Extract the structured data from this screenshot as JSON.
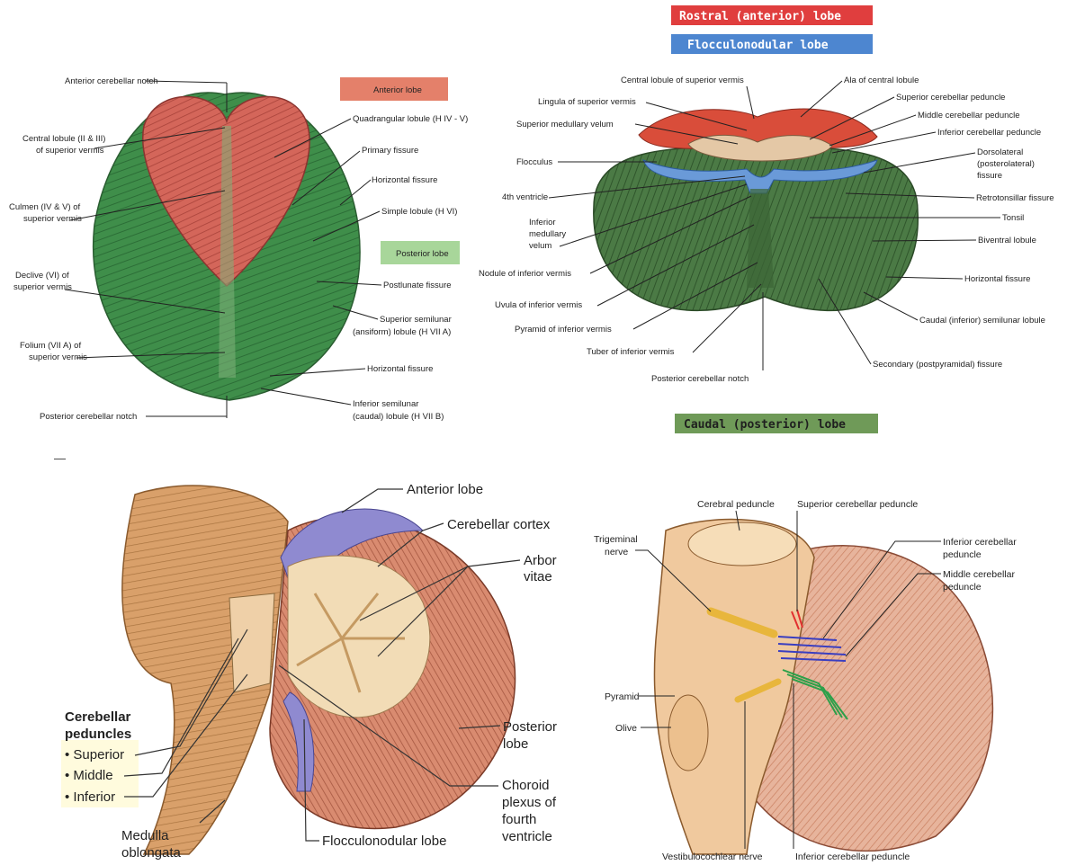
{
  "panel_a": {
    "labels": {
      "anterior_notch": "Anterior cerebellar notch",
      "central_lobule_1": "Central lobule (II & III)",
      "central_lobule_2": "of superior vermis",
      "culmen_1": "Culmen (IV & V) of",
      "culmen_2": "superior vermis",
      "declive_1": "Declive (VI) of",
      "declive_2": "superior vermis",
      "folium_1": "Folium (VII A) of",
      "folium_2": "superior vermis",
      "posterior_notch": "Posterior cerebellar notch",
      "quadrangular": "Quadrangular lobule (H IV - V)",
      "primary_fissure": "Primary fissure",
      "horizontal_fissure_top": "Horizontal fissure",
      "simple_lobule": "Simple lobule (H VI)",
      "postlunate": "Postlunate fissure",
      "sup_semilunar_1": "Superior semilunar",
      "sup_semilunar_2": "(ansiform) lobule (H VII A)",
      "horizontal_fissure_bottom": "Horizontal fissure",
      "inf_semilunar_1": "Inferior semilunar",
      "inf_semilunar_2": "(caudal) lobule (H VII B)"
    },
    "legend": {
      "anterior": "Anterior lobe",
      "posterior": "Posterior lobe"
    },
    "colors": {
      "anterior": "#e4806a",
      "posterior": "#a8d69a"
    }
  },
  "panel_b": {
    "titles": {
      "rostral": "Rostral (anterior) lobe",
      "flocculonodular": "Flocculonodular lobe",
      "caudal": "Caudal (posterior) lobe"
    },
    "title_colors": {
      "rostral": "#e03e3e",
      "flocculonodular": "#4d86d0",
      "caudal": "#6f9a58"
    },
    "labels": {
      "central_lobule": "Central lobule of superior vermis",
      "lingula": "Lingula of superior vermis",
      "sup_medullary_velum": "Superior medullary velum",
      "flocculus": "Flocculus",
      "fourth_ventricle": "4th ventricle",
      "inf_medullary_velum_1": "Inferior",
      "inf_medullary_velum_2": "medullary",
      "inf_medullary_velum_3": "velum",
      "nodule": "Nodule of inferior vermis",
      "uvula": "Uvula of inferior vermis",
      "pyramid": "Pyramid of inferior vermis",
      "tuber": "Tuber of inferior vermis",
      "posterior_notch": "Posterior cerebellar notch",
      "ala": "Ala of central lobule",
      "sup_peduncle": "Superior cerebellar peduncle",
      "mid_peduncle": "Middle cerebellar peduncle",
      "inf_peduncle": "Inferior cerebellar peduncle",
      "dorsolateral_1": "Dorsolateral",
      "dorsolateral_2": "(posterolateral)",
      "dorsolateral_3": "fissure",
      "retrotonsillar": "Retrotonsillar fissure",
      "tonsil": "Tonsil",
      "biventral": "Biventral lobule",
      "horizontal": "Horizontal fissure",
      "caudal_semilunar": "Caudal (inferior) semilunar lobule",
      "secondary": "Secondary (postpyramidal) fissure"
    }
  },
  "panel_c": {
    "labels": {
      "anterior_lobe": "Anterior lobe",
      "cerebellar_cortex": "Cerebellar cortex",
      "arbor_1": "Arbor",
      "arbor_2": "vitae",
      "posterior_1": "Posterior",
      "posterior_2": "lobe",
      "choroid_1": "Choroid",
      "choroid_2": "plexus of",
      "choroid_3": "fourth",
      "choroid_4": "ventricle",
      "flocculonodular": "Flocculonodular lobe",
      "medulla_1": "Medulla",
      "medulla_2": "oblongata",
      "peduncles_title_1": "Cerebellar",
      "peduncles_title_2": "peduncles",
      "superior": "• Superior",
      "middle": "• Middle",
      "inferior": "• Inferior"
    }
  },
  "panel_d": {
    "labels": {
      "cerebral_peduncle": "Cerebral peduncle",
      "sup_peduncle": "Superior cerebellar peduncle",
      "trigeminal_1": "Trigeminal",
      "trigeminal_2": "nerve",
      "inf_peduncle_1": "Inferior cerebellar",
      "inf_peduncle_2": "peduncle",
      "mid_peduncle_1": "Middle cerebellar",
      "mid_peduncle_2": "peduncle",
      "pyramid": "Pyramid",
      "olive": "Olive",
      "vestibulocochlear": "Vestibulocochlear nerve",
      "inf_peduncle_bottom": "Inferior cerebellar peduncle"
    }
  },
  "separator": "—"
}
